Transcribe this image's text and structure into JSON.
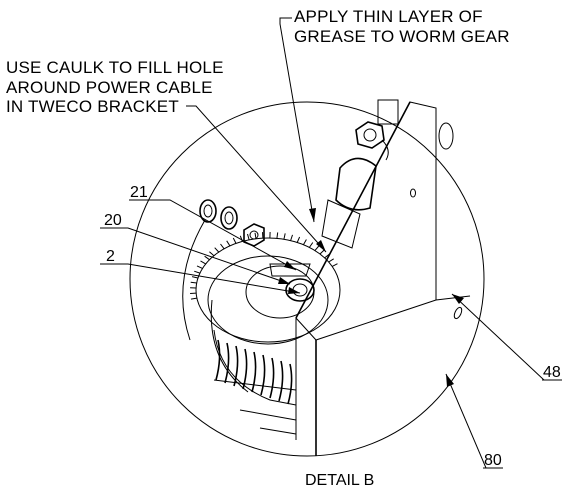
{
  "notes": {
    "grease": [
      "APPLY THIN LAYER OF",
      "GREASE TO WORM GEAR"
    ],
    "caulk": [
      "USE CAULK TO FILL HOLE",
      "AROUND POWER CABLE",
      "IN TWECO BRACKET"
    ]
  },
  "balloons": {
    "b21": "21",
    "b20": "20",
    "b2": "2",
    "b48": "48",
    "b80": "80"
  },
  "caption": "DETAIL B"
}
